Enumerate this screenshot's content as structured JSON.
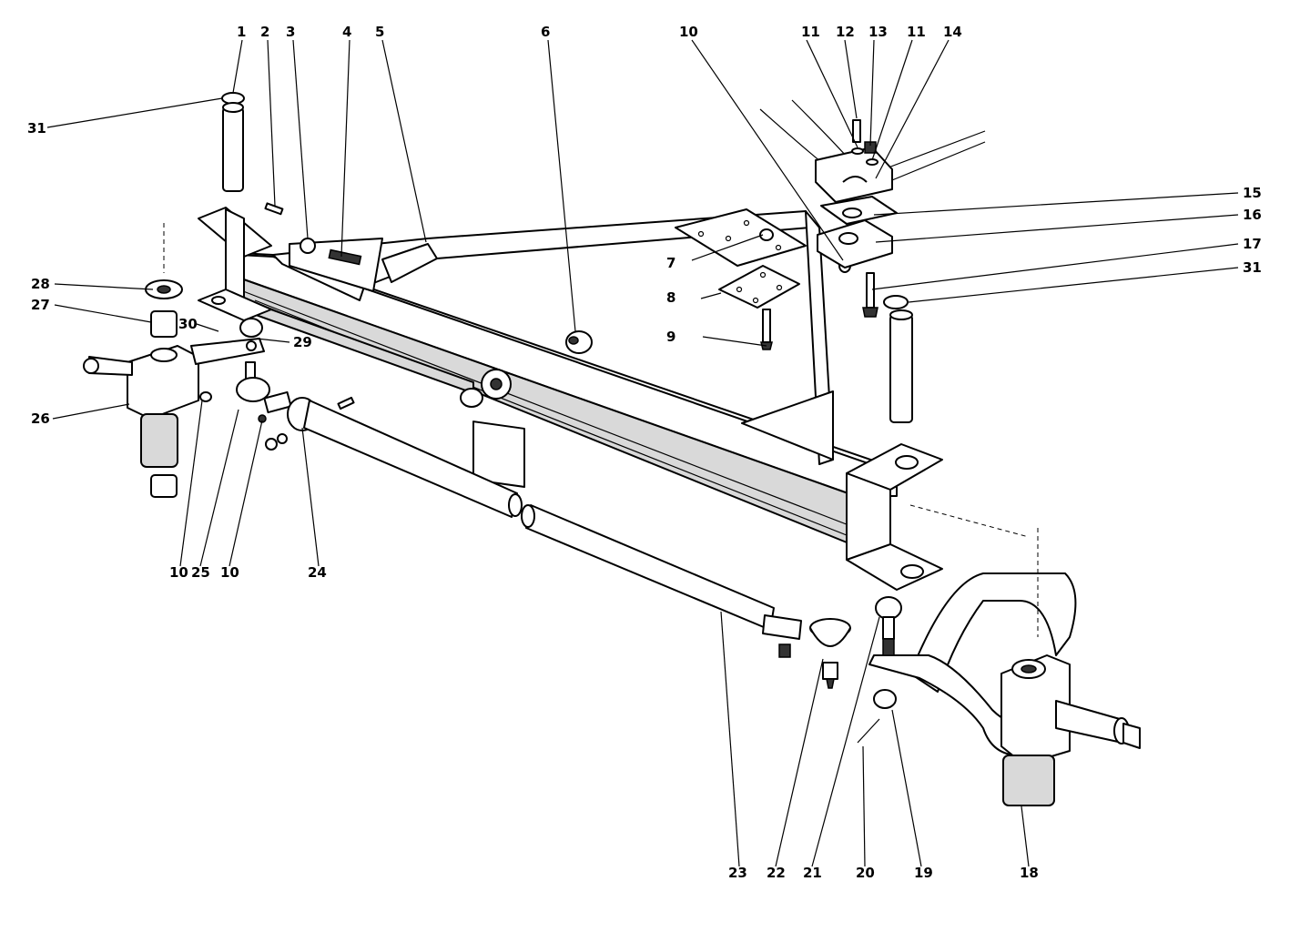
{
  "diagram": {
    "callouts": [
      {
        "id": "c1",
        "label": "1"
      },
      {
        "id": "c2",
        "label": "2"
      },
      {
        "id": "c3",
        "label": "3"
      },
      {
        "id": "c4",
        "label": "4"
      },
      {
        "id": "c5",
        "label": "5"
      },
      {
        "id": "c6",
        "label": "6"
      },
      {
        "id": "c7",
        "label": "7"
      },
      {
        "id": "c8",
        "label": "8"
      },
      {
        "id": "c9",
        "label": "9"
      },
      {
        "id": "c10a",
        "label": "10"
      },
      {
        "id": "c11a",
        "label": "11"
      },
      {
        "id": "c12",
        "label": "12"
      },
      {
        "id": "c13",
        "label": "13"
      },
      {
        "id": "c11b",
        "label": "11"
      },
      {
        "id": "c14",
        "label": "14"
      },
      {
        "id": "c15",
        "label": "15"
      },
      {
        "id": "c16",
        "label": "16"
      },
      {
        "id": "c17",
        "label": "17"
      },
      {
        "id": "c31b",
        "label": "31"
      },
      {
        "id": "c31a",
        "label": "31"
      },
      {
        "id": "c28",
        "label": "28"
      },
      {
        "id": "c27",
        "label": "27"
      },
      {
        "id": "c30",
        "label": "30"
      },
      {
        "id": "c29",
        "label": "29"
      },
      {
        "id": "c26",
        "label": "26"
      },
      {
        "id": "c10b",
        "label": "10"
      },
      {
        "id": "c25",
        "label": "25"
      },
      {
        "id": "c10c",
        "label": "10"
      },
      {
        "id": "c24",
        "label": "24"
      },
      {
        "id": "c23",
        "label": "23"
      },
      {
        "id": "c22",
        "label": "22"
      },
      {
        "id": "c21",
        "label": "21"
      },
      {
        "id": "c20",
        "label": "20"
      },
      {
        "id": "c19",
        "label": "19"
      },
      {
        "id": "c18",
        "label": "18"
      }
    ]
  }
}
